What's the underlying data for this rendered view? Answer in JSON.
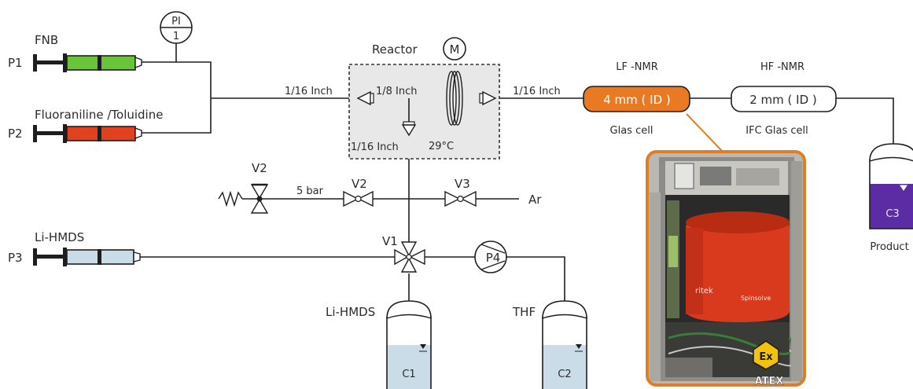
{
  "syringes": [
    {
      "id": "P1",
      "label": "FNB",
      "fill": "#6ac43a"
    },
    {
      "id": "P2",
      "label": "Fluoraniline /Toluidine",
      "fill": "#e0421f"
    },
    {
      "id": "P3",
      "label": "Li-HMDS",
      "fill": "#c9dce8"
    }
  ],
  "pressure_indicator": {
    "top": "PI",
    "bottom": "1"
  },
  "tubing": {
    "inlet": "1/16 Inch",
    "reactor_inner": "1/8 Inch",
    "reactor_down": "1/16 Inch",
    "outlet": "1/16 Inch"
  },
  "reactor": {
    "title": "Reactor",
    "temperature": "29°C",
    "motor": "M"
  },
  "lf_nmr": {
    "title": "LF -NMR",
    "cell": "4 mm ( ID )",
    "sub": "Glas cell",
    "fill": "#ea7a22"
  },
  "hf_nmr": {
    "title": "HF -NMR",
    "cell": "2 mm ( ID )",
    "sub": "IFC Glas cell"
  },
  "product": {
    "vessel": "C3",
    "label": "Product",
    "fill": "#5b2ca3"
  },
  "valves": {
    "relief": "V2",
    "pressure": "5 bar",
    "v2": "V2",
    "v3": "V3",
    "gas": "Ar",
    "v1": "V1"
  },
  "pump": {
    "label": "P4"
  },
  "containers": [
    {
      "id": "C1",
      "label": "Li-HMDS",
      "fill": "#c9dce8"
    },
    {
      "id": "C2",
      "label": "THF",
      "fill": "#c9dce8"
    }
  ],
  "photo": {
    "brand": "ritek",
    "product": "Spinsolve",
    "badge_symbol": "Ex",
    "badge_text": "ATEX",
    "frame_color": "#e07d27"
  }
}
